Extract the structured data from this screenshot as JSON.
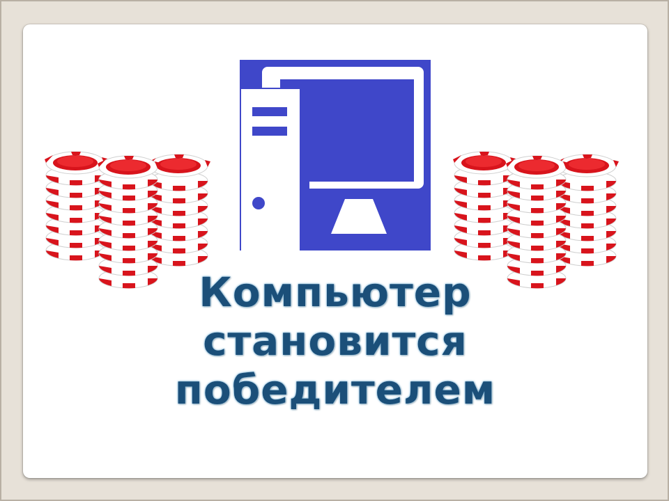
{
  "caption": {
    "line1": "Компьютер",
    "line2": "становится",
    "line3": "победителем"
  },
  "icons": {
    "computer": "desktop-computer-icon",
    "chips": "poker-chip-stacks-icon"
  },
  "colors": {
    "background": "#e7e1d8",
    "card": "#ffffff",
    "computer_blue": "#3f47c9",
    "chip_red": "#d8141c",
    "caption_text": "#1b4f79",
    "caption_glow": "#7fb6d9"
  }
}
